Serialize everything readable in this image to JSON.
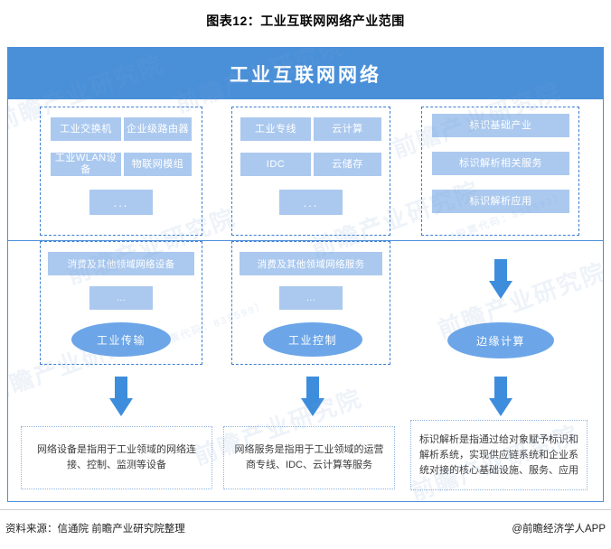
{
  "title": "图表12：工业互联网网络产业范围",
  "header": {
    "title": "工业互联网网络"
  },
  "columns": [
    {
      "id": "network-equipment",
      "cells": [
        "工业交换机",
        "企业级路由器",
        "工业WLAN设备",
        "物联网模组",
        "..."
      ],
      "lower_cells": [
        "消费及其他领域网络设备",
        "..."
      ],
      "node": "工业传输",
      "description": "网络设备是指用于工业领域的网络连接、控制、监测等设备"
    },
    {
      "id": "network-service",
      "cells": [
        "工业专线",
        "云计算",
        "IDC",
        "云储存",
        "..."
      ],
      "lower_cells": [
        "消费及其他领域网络服务",
        "..."
      ],
      "node": "工业控制",
      "description": "网络服务是指用于工业领域的运营商专线、IDC、云计算等服务"
    },
    {
      "id": "identifier-resolution",
      "cells": [
        "标识基础产业",
        "标识解析相关服务",
        "标识解析应用"
      ],
      "node": "边缘计算",
      "description": "标识解析是指通过给对象赋予标识和解析系统，实现供应链系统和企业系统对接的核心基础设施、服务、应用"
    }
  ],
  "footer": {
    "source": "资料来源：信通院 前瞻产业研究院整理",
    "brand": "@前瞻经济学人APP"
  },
  "watermarks": {
    "brand": "前瞻产业研究院",
    "code": "（股票代码：839599）"
  },
  "colors": {
    "header_blue": "#4a90d9",
    "cell_blue": "#abc9ef",
    "ellipse_blue": "#6ca6e8",
    "arrow_blue": "#3e8ddd",
    "frame_blue": "#4a8fdc",
    "dash_blue": "#3f7fd0"
  }
}
